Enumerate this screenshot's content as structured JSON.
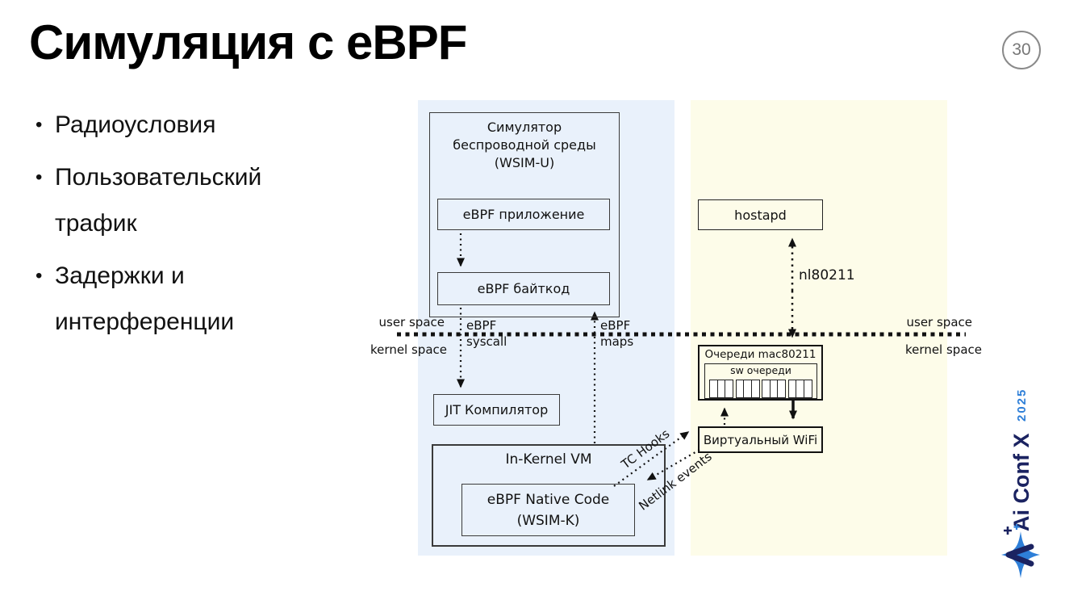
{
  "slide": {
    "title": "Симуляция с eBPF",
    "page_number": "30"
  },
  "bullets": {
    "marker": "•",
    "items": [
      {
        "text": "Радиоусловия"
      },
      {
        "text": "Пользовательский\nтрафик"
      },
      {
        "text": "Задержки и\nинтерференции"
      }
    ]
  },
  "diagram": {
    "sim_box": "Симулятор\nбеспроводной среды\n(WSIM-U)",
    "app_box": "eBPF приложение",
    "bytecode_box": "eBPF байткод",
    "jit_box": "JIT Компилятор",
    "kernel_vm_box": "In-Kernel VM",
    "native_box": "eBPF Native Code\n(WSIM-K)",
    "hostapd_box": "hostapd",
    "queues_box": "Очереди mac80211",
    "sw_queues": "sw очереди",
    "wifi_box": "Виртуальный WiFi",
    "nl80211_label": "nl80211",
    "tc_hooks_label": "TC Hooks",
    "netlink_label": "Netlink events",
    "labels": {
      "user_space_left": "user space",
      "kernel_space_left": "kernel space",
      "user_space_right": "user space",
      "kernel_space_right": "kernel space",
      "ebpf_syscall": "eBPF\nsyscall",
      "ebpf_maps": "eBPF\nmaps"
    }
  },
  "logo": {
    "brand": "Ai Conf X",
    "year": "2025"
  },
  "icons": {
    "logo": "aiconf-sparkle-icon"
  },
  "colors": {
    "wsim_panel": "#e9f1fb",
    "wifi_panel": "#fdfce9",
    "logo_navy": "#1b2361",
    "logo_blue": "#2e7fd8",
    "page_number": "#777777",
    "diagram_line": "#111111"
  }
}
